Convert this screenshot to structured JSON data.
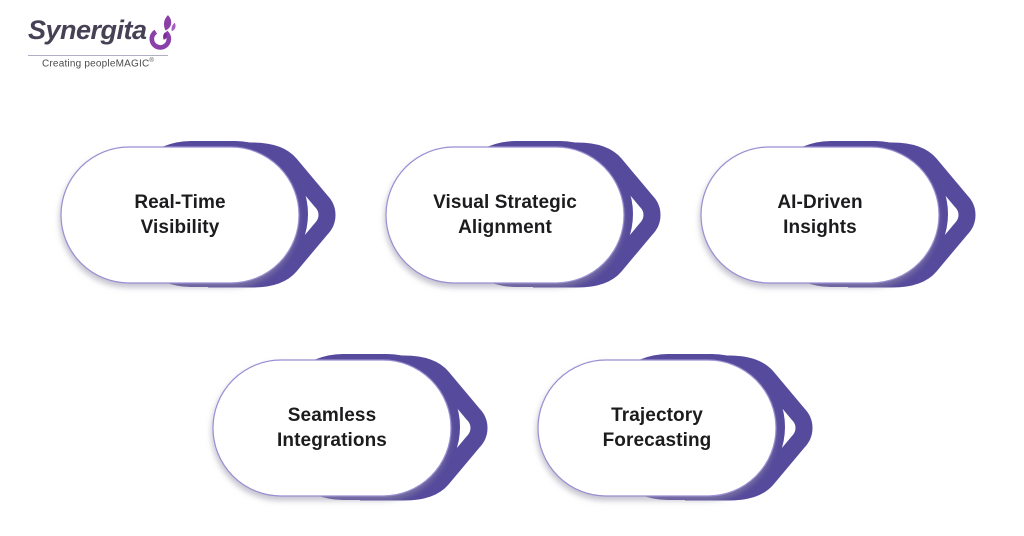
{
  "logo": {
    "brand": "Synergita",
    "tagline_prefix": "Creating peopleMAGIC",
    "registered_mark": "®",
    "icon": "flame-swirl-icon",
    "brand_color": "#474156",
    "icon_color": "#8b3fa8"
  },
  "colors": {
    "badge_purple": "#564a9c",
    "pill_border": "#9a8ed2",
    "badge_text": "#1c1c1e",
    "background": "#ffffff"
  },
  "badges": [
    {
      "label": "Real-Time Visibility",
      "line1": "Real-Time",
      "line2": "Visibility"
    },
    {
      "label": "Visual Strategic Alignment",
      "line1": "Visual Strategic",
      "line2": "Alignment"
    },
    {
      "label": "AI-Driven Insights",
      "line1": "AI-Driven",
      "line2": "Insights"
    },
    {
      "label": "Seamless Integrations",
      "line1": "Seamless",
      "line2": "Integrations"
    },
    {
      "label": "Trajectory Forecasting",
      "line1": "Trajectory",
      "line2": "Forecasting"
    }
  ]
}
